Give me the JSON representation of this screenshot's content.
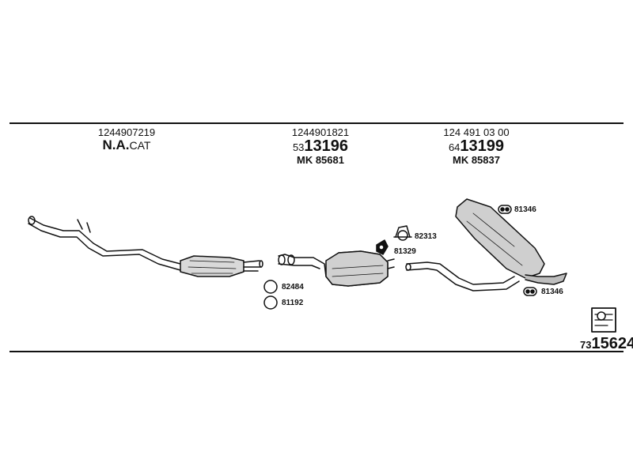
{
  "columns": [
    {
      "oe_number": "1244907219",
      "ref_prefix": "N.A.",
      "ref_main": "CAT",
      "mk": ""
    },
    {
      "oe_number": "1244901821",
      "ref_prefix": "53",
      "ref_main": "13196",
      "mk": "MK  85681"
    },
    {
      "oe_number": "124 491 03 00",
      "ref_prefix": "64",
      "ref_main": "13199",
      "mk": "MK  85837"
    }
  ],
  "parts": {
    "p81346a": "81346",
    "p82313": "82313",
    "p81329": "81329",
    "p82484": "82484",
    "p81192": "81192",
    "p81346b": "81346"
  },
  "footer": {
    "prefix": "73",
    "main": "15624"
  },
  "icons": {
    "catalog": "booklet-icon"
  }
}
